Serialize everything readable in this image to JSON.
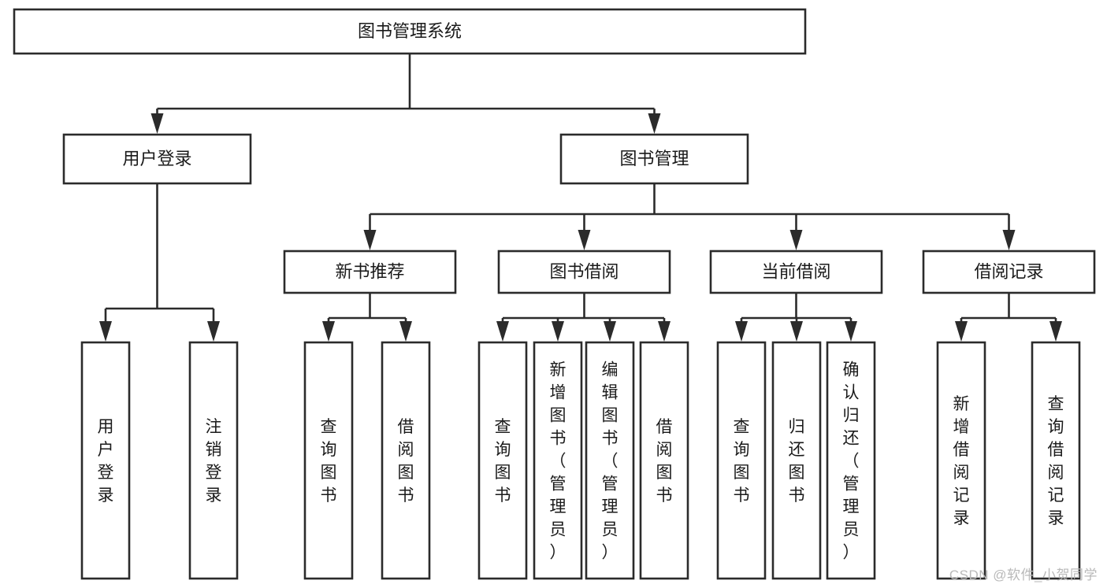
{
  "diagram": {
    "title": "图书管理系统",
    "watermark": "CSDN @软件_小贺同学",
    "colors": {
      "background": "#ffffff",
      "stroke": "#2b2b2b",
      "box_fill": "#ffffff",
      "text": "#1a1a1a",
      "watermark": "#b9b9b9"
    },
    "nodes": {
      "root": {
        "label": "图书管理系统",
        "orientation": "horizontal",
        "level": 0
      },
      "l1_0": {
        "label": "用户登录",
        "orientation": "horizontal",
        "level": 1
      },
      "l1_1": {
        "label": "图书管理",
        "orientation": "horizontal",
        "level": 1
      },
      "l2_0": {
        "label": "新书推荐",
        "orientation": "horizontal",
        "level": 2
      },
      "l2_1": {
        "label": "图书借阅",
        "orientation": "horizontal",
        "level": 2
      },
      "l2_2": {
        "label": "当前借阅",
        "orientation": "horizontal",
        "level": 2
      },
      "l2_3": {
        "label": "借阅记录",
        "orientation": "horizontal",
        "level": 2
      },
      "leaf_0": {
        "label": "用户登录",
        "orientation": "vertical",
        "level": 3
      },
      "leaf_1": {
        "label": "注销登录",
        "orientation": "vertical",
        "level": 3
      },
      "leaf_2": {
        "label": "查询图书",
        "orientation": "vertical",
        "level": 3
      },
      "leaf_3": {
        "label": "借阅图书",
        "orientation": "vertical",
        "level": 3
      },
      "leaf_4": {
        "label": "查询图书",
        "orientation": "vertical",
        "level": 3
      },
      "leaf_5": {
        "label": "新增图书（管理员）",
        "orientation": "vertical",
        "level": 3
      },
      "leaf_6": {
        "label": "编辑图书（管理员）",
        "orientation": "vertical",
        "level": 3
      },
      "leaf_7": {
        "label": "借阅图书",
        "orientation": "vertical",
        "level": 3
      },
      "leaf_8": {
        "label": "查询图书",
        "orientation": "vertical",
        "level": 3
      },
      "leaf_9": {
        "label": "归还图书",
        "orientation": "vertical",
        "level": 3
      },
      "leaf_10": {
        "label": "确认归还（管理员）",
        "orientation": "vertical",
        "level": 3
      },
      "leaf_11": {
        "label": "新增借阅记录",
        "orientation": "vertical",
        "level": 3
      },
      "leaf_12": {
        "label": "查询借阅记录",
        "orientation": "vertical",
        "level": 3
      }
    },
    "tree": {
      "label": "图书管理系统",
      "children": [
        {
          "label": "用户登录",
          "children": [
            {
              "label": "用户登录",
              "children": []
            },
            {
              "label": "注销登录",
              "children": []
            }
          ]
        },
        {
          "label": "图书管理",
          "children": [
            {
              "label": "新书推荐",
              "children": [
                {
                  "label": "查询图书",
                  "children": []
                },
                {
                  "label": "借阅图书",
                  "children": []
                }
              ]
            },
            {
              "label": "图书借阅",
              "children": [
                {
                  "label": "查询图书",
                  "children": []
                },
                {
                  "label": "新增图书（管理员）",
                  "children": []
                },
                {
                  "label": "编辑图书（管理员）",
                  "children": []
                },
                {
                  "label": "借阅图书",
                  "children": []
                }
              ]
            },
            {
              "label": "当前借阅",
              "children": [
                {
                  "label": "查询图书",
                  "children": []
                },
                {
                  "label": "归还图书",
                  "children": []
                },
                {
                  "label": "确认归还（管理员）",
                  "children": []
                }
              ]
            },
            {
              "label": "借阅记录",
              "children": [
                {
                  "label": "新增借阅记录",
                  "children": []
                },
                {
                  "label": "查询借阅记录",
                  "children": []
                }
              ]
            }
          ]
        }
      ]
    }
  }
}
